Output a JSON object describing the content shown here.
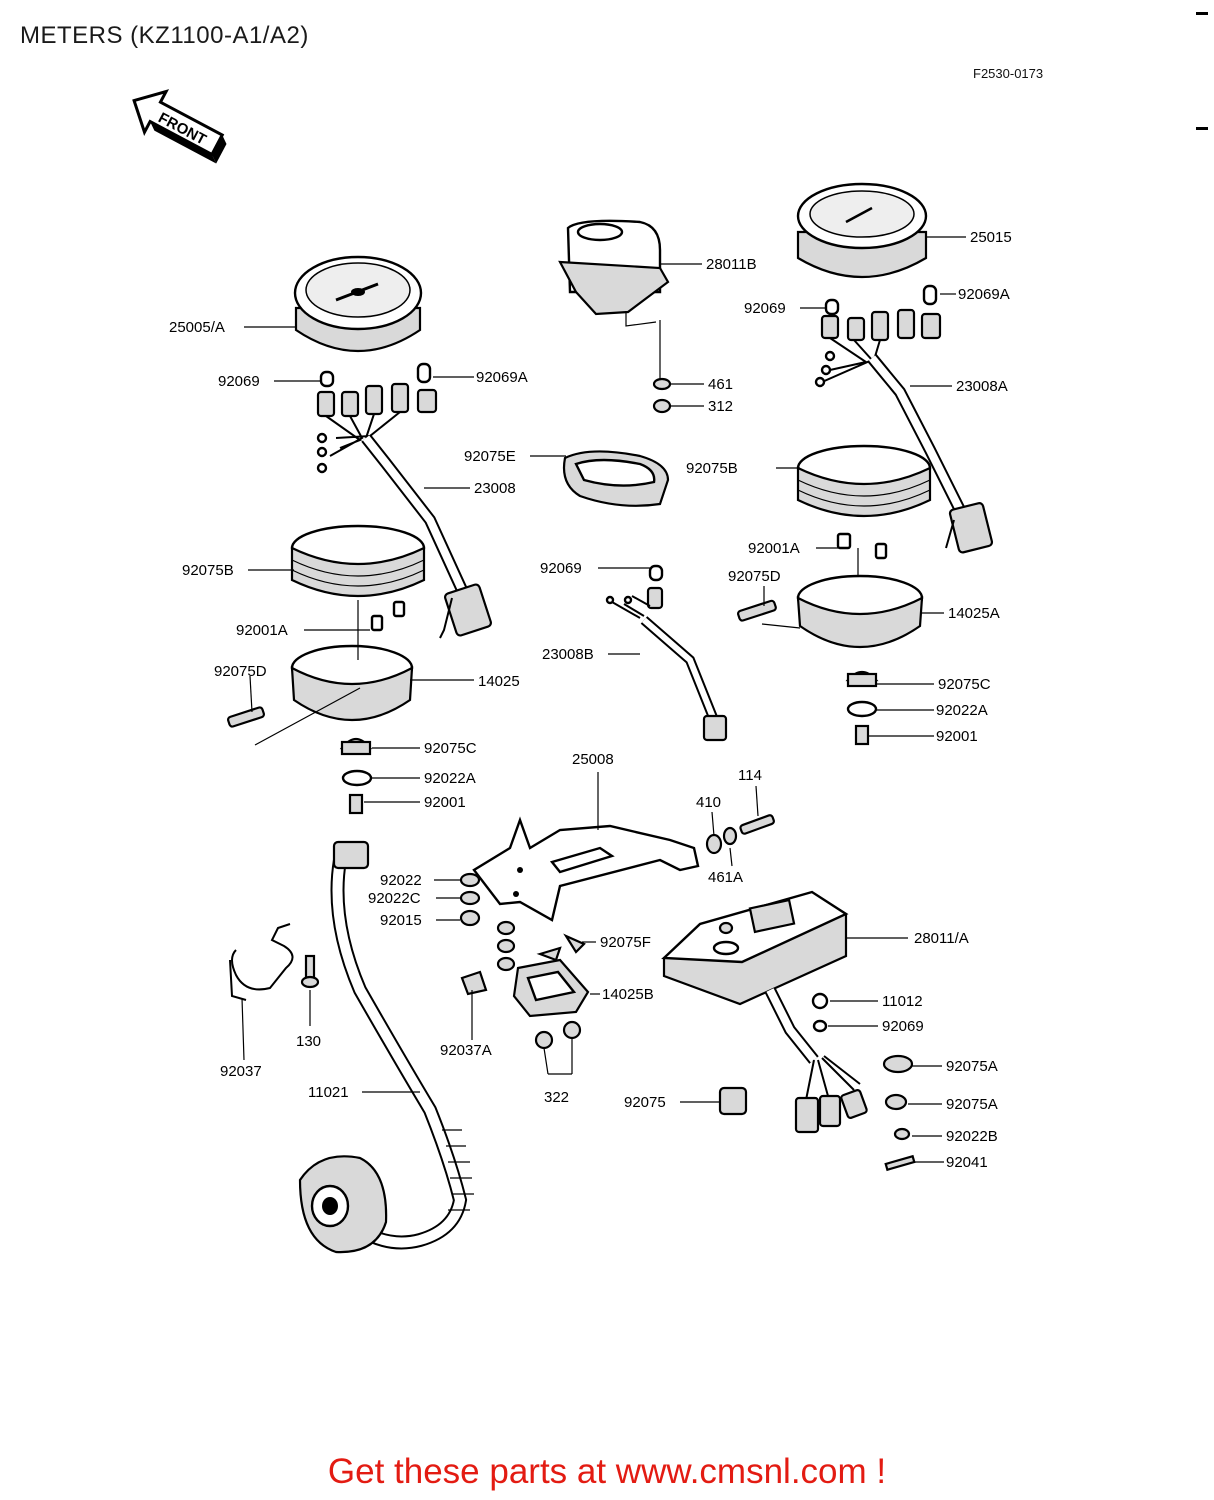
{
  "header": {
    "title": "METERS (KZ1100-A1/A2)",
    "figure_code": "F2530-0173",
    "front_marker": "FRONT"
  },
  "footer": {
    "cta": "Get these parts at www.cmsnl.com !",
    "color": "#e31b12"
  },
  "parts": {
    "p25005A": "25005/A",
    "p92069_l": "92069",
    "p92069A_l": "92069A",
    "p23008": "23008",
    "p92075B_l": "92075B",
    "p92001A_l": "92001A",
    "p92075D_l": "92075D",
    "p14025": "14025",
    "p92075C_l": "92075C",
    "p92022A_l": "92022A",
    "p92001_l": "92001",
    "p28011B": "28011B",
    "p461": "461",
    "p312": "312",
    "p92075E": "92075E",
    "p92069_c": "92069",
    "p23008B": "23008B",
    "p25015": "25015",
    "p92069_r": "92069",
    "p92069A_r": "92069A",
    "p23008A": "23008A",
    "p92075B_r": "92075B",
    "p92001A_r": "92001A",
    "p92075D_r": "92075D",
    "p14025A": "14025A",
    "p92075C_r": "92075C",
    "p92022A_r": "92022A",
    "p92001_r": "92001",
    "p25008": "25008",
    "p114": "114",
    "p410": "410",
    "p461A": "461A",
    "p92022": "92022",
    "p92022C": "92022C",
    "p92015": "92015",
    "p92075F": "92075F",
    "p14025B": "14025B",
    "p28011A": "28011/A",
    "p11012": "11012",
    "p92069_b": "92069",
    "p92075A_1": "92075A",
    "p92075A_2": "92075A",
    "p92022B": "92022B",
    "p92041": "92041",
    "p92075": "92075",
    "p322": "322",
    "p92037A": "92037A",
    "p92037": "92037",
    "p130": "130",
    "p11021": "11021"
  }
}
